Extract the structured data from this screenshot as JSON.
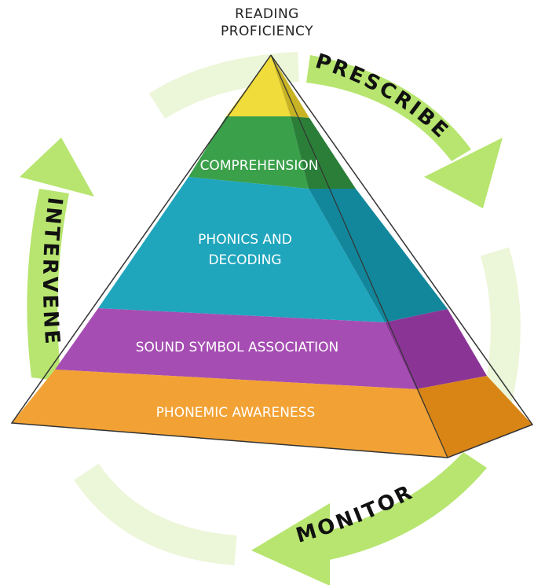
{
  "apex": {
    "line1": "READING",
    "line2": "PROFICIENCY"
  },
  "layers": {
    "comprehension": "COMPREHENSION",
    "phonics_line1": "PHONICS AND",
    "phonics_line2": "DECODING",
    "sound_symbol": "SOUND SYMBOL ASSOCIATION",
    "phonemic": "PHONEMIC AWARENESS"
  },
  "cycle": {
    "prescribe": "PRESCRIBE",
    "monitor": "MONITOR",
    "intervene": "INTERVENE"
  },
  "colors": {
    "arrow_dark": "#a8e060",
    "arrow_light": "#e4f3c6",
    "top": "#f0dc3a",
    "comprehension": "#3aa04a",
    "phonics": "#1fa6bd",
    "sound_symbol": "#a64db3",
    "phonemic": "#f2a234"
  }
}
